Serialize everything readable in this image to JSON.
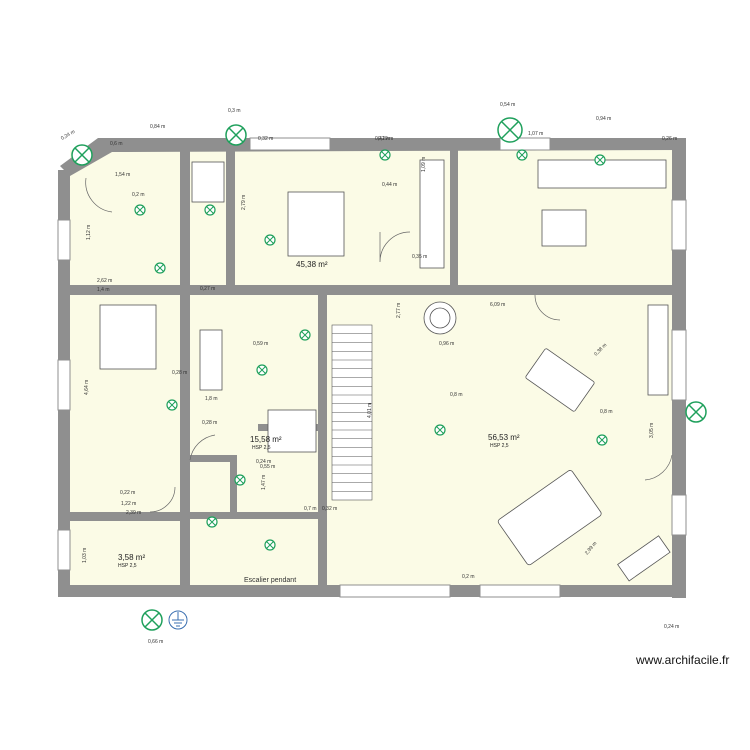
{
  "watermark": "www.archifacile.fr",
  "colors": {
    "wall": "#8f8f8f",
    "floor": "#fbfbe6",
    "light": "#1fa05c",
    "socket": "#3a6fb0"
  },
  "rooms": [
    {
      "area": "45,38 m²",
      "hsp": "HSP 2,5"
    },
    {
      "area": "15,58 m²",
      "hsp": "HSP 2,5"
    },
    {
      "area": "56,53 m²",
      "hsp": "HSP 2,5"
    },
    {
      "area": "3,58 m²",
      "hsp": "HSP 2,5"
    }
  ],
  "annotations": {
    "stair_note": "Escalier pendant"
  },
  "dimensions": [
    "0,3 m",
    "0,54 m",
    "0,94 m",
    "0,24 m",
    "0,84 m",
    "0,32 m",
    "0,41 m",
    "0,6 m",
    "0,26 m",
    "0,2 m",
    "1,54 m",
    "0,29 m",
    "1,07 m",
    "0,44 m",
    "1,09 m",
    "0,27 m",
    "2,62 m",
    "2,79 m",
    "0,22 m",
    "1,4 m",
    "0,35 m",
    "0,28 m",
    "1,8 m",
    "6,09 m",
    "0,59 m",
    "0,38 m",
    "2,77 m",
    "0,8 m",
    "1,47 m",
    "4,01 m",
    "4,64 m",
    "0,8 m",
    "0,28 m",
    "1,22 m",
    "0,32 m",
    "2,99 m",
    "0,24 m",
    "3,05 m",
    "0,96 m",
    "1,12 m",
    "0,7 m",
    "2,39 m",
    "1,03 m",
    "0,55 m",
    "0,2 m",
    "0,66 m",
    "0,24 m"
  ]
}
